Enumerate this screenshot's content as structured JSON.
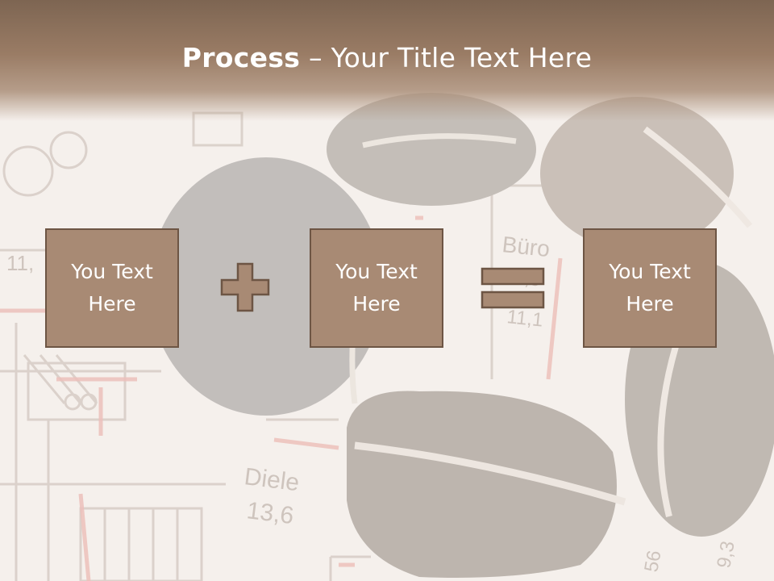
{
  "title": {
    "bold": "Process",
    "rest": " – Your Title Text Here"
  },
  "boxes": [
    {
      "text": "You Text Here"
    },
    {
      "text": "You Text Here"
    },
    {
      "text": "You Text Here"
    }
  ],
  "operators": [
    "plus-icon",
    "equals-icon"
  ],
  "plan_labels": {
    "buro": "Büro",
    "buro_area_a": "11,5",
    "buro_area_b": "11,1",
    "left_area": "11,",
    "diele": "Diele",
    "diele_area": "13,6",
    "bottom_right_a": "56",
    "bottom_right_b": "9,3"
  },
  "colors": {
    "title_band": "#8a6e59",
    "box_fill": "#a88a74",
    "box_border": "#6d5544",
    "operator_fill": "#a88a74"
  }
}
